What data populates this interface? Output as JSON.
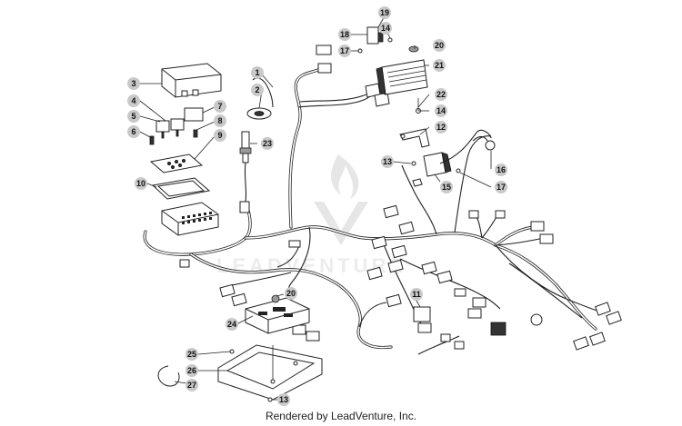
{
  "diagram": {
    "callouts": [
      {
        "label": "1"
      },
      {
        "label": "2"
      },
      {
        "label": "3"
      },
      {
        "label": "4"
      },
      {
        "label": "5"
      },
      {
        "label": "6"
      },
      {
        "label": "7"
      },
      {
        "label": "8"
      },
      {
        "label": "9"
      },
      {
        "label": "10"
      },
      {
        "label": "11"
      },
      {
        "label": "12"
      },
      {
        "label": "13"
      },
      {
        "label": "14"
      },
      {
        "label": "15"
      },
      {
        "label": "16"
      },
      {
        "label": "17"
      },
      {
        "label": "18"
      },
      {
        "label": "19"
      },
      {
        "label": "20"
      },
      {
        "label": "21"
      },
      {
        "label": "22"
      },
      {
        "label": "23"
      },
      {
        "label": "24"
      },
      {
        "label": "25"
      },
      {
        "label": "26"
      },
      {
        "label": "27"
      },
      {
        "label": "14"
      },
      {
        "label": "17"
      },
      {
        "label": "20"
      },
      {
        "label": "13"
      }
    ],
    "credit": "Rendered by LeadVenture, Inc.",
    "colors": {
      "line": "#222222",
      "callout_fill": "#c9c9c9",
      "watermark": "#e6e6e6"
    }
  }
}
